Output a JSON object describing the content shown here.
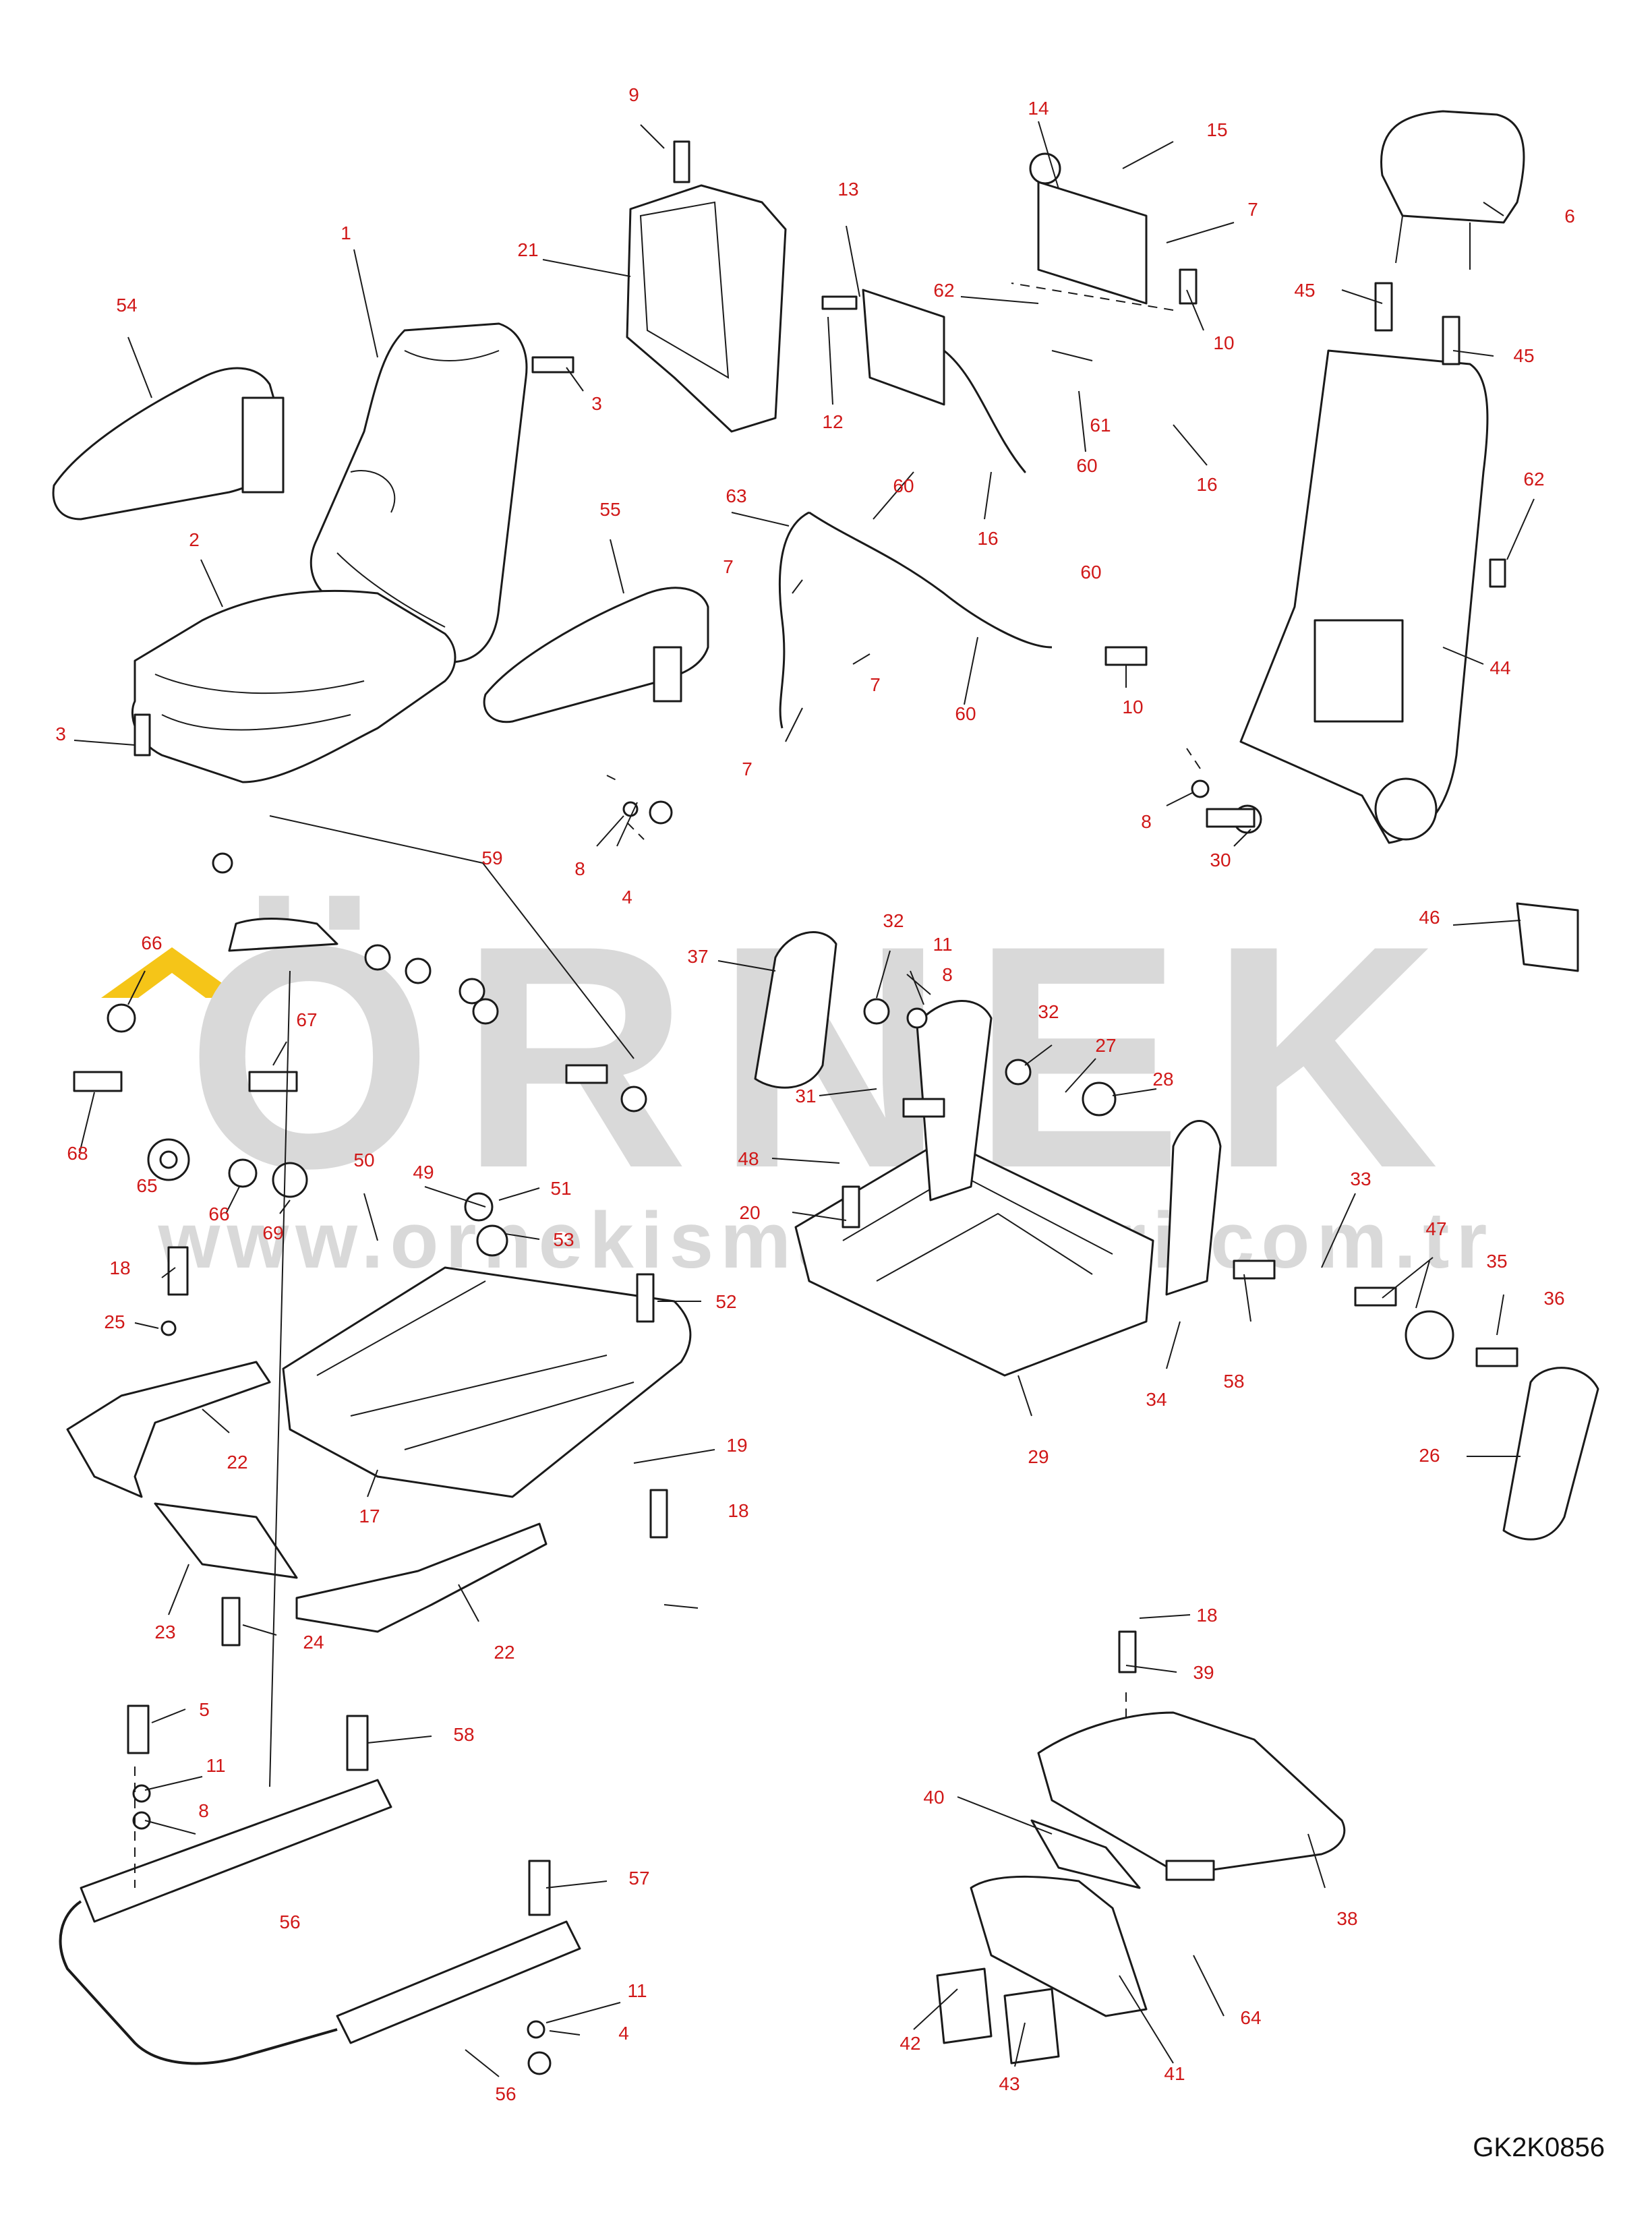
{
  "drawing_code": "GK2K0856",
  "watermark": {
    "brand": "ÖRNEK",
    "url": "www.ornekismakinalari.com.tr",
    "accent_color": "#f5c518",
    "text_color": "#d9d9d9"
  },
  "callout_color": "#d01818",
  "callouts": [
    {
      "id": "c1",
      "label": "1"
    },
    {
      "id": "c2",
      "label": "2"
    },
    {
      "id": "c3a",
      "label": "3"
    },
    {
      "id": "c3b",
      "label": "3"
    },
    {
      "id": "c4a",
      "label": "4"
    },
    {
      "id": "c4b",
      "label": "4"
    },
    {
      "id": "c5",
      "label": "5"
    },
    {
      "id": "c6",
      "label": "6"
    },
    {
      "id": "c7a",
      "label": "7"
    },
    {
      "id": "c7b",
      "label": "7"
    },
    {
      "id": "c7c",
      "label": "7"
    },
    {
      "id": "c7d",
      "label": "7"
    },
    {
      "id": "c8a",
      "label": "8"
    },
    {
      "id": "c8b",
      "label": "8"
    },
    {
      "id": "c8c",
      "label": "8"
    },
    {
      "id": "c8d",
      "label": "8"
    },
    {
      "id": "c9",
      "label": "9"
    },
    {
      "id": "c10a",
      "label": "10"
    },
    {
      "id": "c10b",
      "label": "10"
    },
    {
      "id": "c11a",
      "label": "11"
    },
    {
      "id": "c11b",
      "label": "11"
    },
    {
      "id": "c11c",
      "label": "11"
    },
    {
      "id": "c12",
      "label": "12"
    },
    {
      "id": "c13",
      "label": "13"
    },
    {
      "id": "c14",
      "label": "14"
    },
    {
      "id": "c15",
      "label": "15"
    },
    {
      "id": "c16a",
      "label": "16"
    },
    {
      "id": "c16b",
      "label": "16"
    },
    {
      "id": "c17",
      "label": "17"
    },
    {
      "id": "c18a",
      "label": "18"
    },
    {
      "id": "c18b",
      "label": "18"
    },
    {
      "id": "c18c",
      "label": "18"
    },
    {
      "id": "c19",
      "label": "19"
    },
    {
      "id": "c20",
      "label": "20"
    },
    {
      "id": "c21",
      "label": "21"
    },
    {
      "id": "c22a",
      "label": "22"
    },
    {
      "id": "c22b",
      "label": "22"
    },
    {
      "id": "c23",
      "label": "23"
    },
    {
      "id": "c24",
      "label": "24"
    },
    {
      "id": "c25",
      "label": "25"
    },
    {
      "id": "c26",
      "label": "26"
    },
    {
      "id": "c27",
      "label": "27"
    },
    {
      "id": "c28",
      "label": "28"
    },
    {
      "id": "c29",
      "label": "29"
    },
    {
      "id": "c30",
      "label": "30"
    },
    {
      "id": "c31",
      "label": "31"
    },
    {
      "id": "c32a",
      "label": "32"
    },
    {
      "id": "c32b",
      "label": "32"
    },
    {
      "id": "c33",
      "label": "33"
    },
    {
      "id": "c34",
      "label": "34"
    },
    {
      "id": "c35",
      "label": "35"
    },
    {
      "id": "c36",
      "label": "36"
    },
    {
      "id": "c37",
      "label": "37"
    },
    {
      "id": "c38",
      "label": "38"
    },
    {
      "id": "c39",
      "label": "39"
    },
    {
      "id": "c40",
      "label": "40"
    },
    {
      "id": "c41",
      "label": "41"
    },
    {
      "id": "c42",
      "label": "42"
    },
    {
      "id": "c43",
      "label": "43"
    },
    {
      "id": "c44",
      "label": "44"
    },
    {
      "id": "c45a",
      "label": "45"
    },
    {
      "id": "c45b",
      "label": "45"
    },
    {
      "id": "c46",
      "label": "46"
    },
    {
      "id": "c47",
      "label": "47"
    },
    {
      "id": "c48",
      "label": "48"
    },
    {
      "id": "c49",
      "label": "49"
    },
    {
      "id": "c50",
      "label": "50"
    },
    {
      "id": "c51",
      "label": "51"
    },
    {
      "id": "c52",
      "label": "52"
    },
    {
      "id": "c53",
      "label": "53"
    },
    {
      "id": "c54",
      "label": "54"
    },
    {
      "id": "c55",
      "label": "55"
    },
    {
      "id": "c56a",
      "label": "56"
    },
    {
      "id": "c56b",
      "label": "56"
    },
    {
      "id": "c57",
      "label": "57"
    },
    {
      "id": "c58a",
      "label": "58"
    },
    {
      "id": "c58b",
      "label": "58"
    },
    {
      "id": "c59",
      "label": "59"
    },
    {
      "id": "c60a",
      "label": "60"
    },
    {
      "id": "c60b",
      "label": "60"
    },
    {
      "id": "c60c",
      "label": "60"
    },
    {
      "id": "c60d",
      "label": "60"
    },
    {
      "id": "c61",
      "label": "61"
    },
    {
      "id": "c62a",
      "label": "62"
    },
    {
      "id": "c62b",
      "label": "62"
    },
    {
      "id": "c63",
      "label": "63"
    },
    {
      "id": "c64",
      "label": "64"
    },
    {
      "id": "c65",
      "label": "65"
    },
    {
      "id": "c66a",
      "label": "66"
    },
    {
      "id": "c66b",
      "label": "66"
    },
    {
      "id": "c67",
      "label": "67"
    },
    {
      "id": "c68",
      "label": "68"
    },
    {
      "id": "c69",
      "label": "69"
    }
  ]
}
